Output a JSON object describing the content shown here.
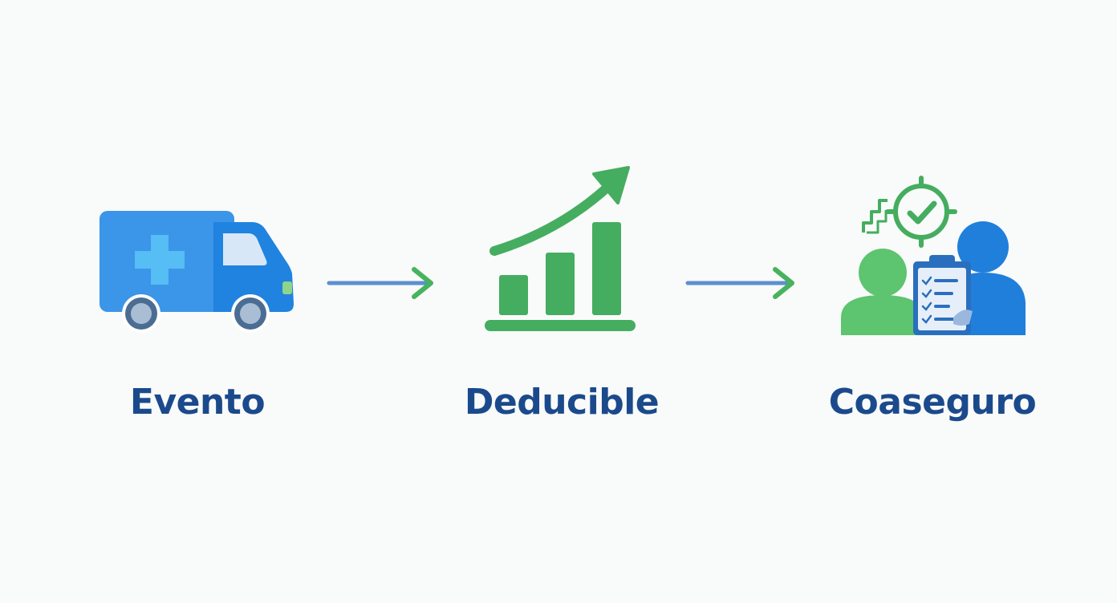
{
  "steps": [
    {
      "label": "Evento",
      "icon": "ambulance-icon"
    },
    {
      "label": "Deducible",
      "icon": "rising-bar-chart-icon"
    },
    {
      "label": "Coaseguro",
      "icon": "people-clipboard-icon"
    }
  ],
  "colors": {
    "label": "#1b4a8c",
    "blue": "#2f8fe6",
    "blue_dark": "#1f7fdb",
    "green": "#45ad5f",
    "green_light": "#5dc46f",
    "arrow_shaft": "#5b8fcf",
    "arrow_head": "#47b35e",
    "background": "#f9fafa"
  }
}
